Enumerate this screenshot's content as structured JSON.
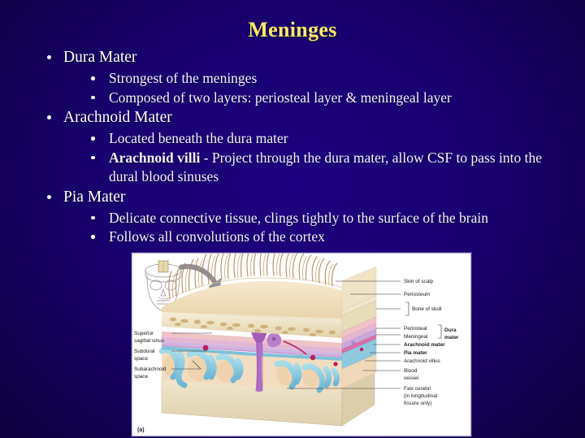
{
  "slide": {
    "title": "Meninges",
    "title_color": "#ffe96b",
    "background_color": "#190070",
    "text_color": "#ffffff"
  },
  "outline": [
    {
      "level": 1,
      "text": "Dura Mater",
      "children": [
        {
          "level": 2,
          "text": "Strongest of the meninges"
        },
        {
          "level": 2,
          "text": "Composed of two layers: periosteal layer & meningeal layer"
        }
      ]
    },
    {
      "level": 1,
      "text": "Arachnoid Mater",
      "children": [
        {
          "level": 2,
          "text": "Located beneath the dura mater"
        },
        {
          "level": 2,
          "bold_lead": "Arachnoid villi",
          "text": " - Project through the dura mater, allow CSF to pass into the dural blood sinuses"
        }
      ]
    },
    {
      "level": 1,
      "text": "Pia Mater",
      "children": [
        {
          "level": 2,
          "text": "Delicate connective tissue, clings tightly to the surface of the brain"
        },
        {
          "level": 2,
          "text": "Follows all convolutions of the cortex"
        }
      ]
    }
  ],
  "figure": {
    "caption": "(a)",
    "labels_right": [
      {
        "text": "Skin of scalp",
        "bold": false
      },
      {
        "text": "Periosteum",
        "bold": false
      },
      {
        "text": "Bone of skull",
        "bold": false
      },
      {
        "text": "Periosteal",
        "bold": false
      },
      {
        "text": "Meningeal",
        "bold": false
      },
      {
        "text": "Dura",
        "bold": true
      },
      {
        "text": "mater",
        "bold": true
      },
      {
        "text": "Arachnoid mater",
        "bold": true
      },
      {
        "text": "Pia mater",
        "bold": true
      },
      {
        "text": "Arachnoid villus",
        "bold": false
      },
      {
        "text": "Blood",
        "bold": false
      },
      {
        "text": "vessel",
        "bold": false
      },
      {
        "text": "Falx cerebri",
        "bold": false
      },
      {
        "text": "(in longitudinal",
        "bold": false
      },
      {
        "text": "fissure only)",
        "bold": false
      }
    ],
    "labels_left": [
      {
        "text": "Superior"
      },
      {
        "text": "sagittal sinus"
      },
      {
        "text": "Subdural"
      },
      {
        "text": "space"
      },
      {
        "text": "Subarachnoid"
      },
      {
        "text": "space"
      }
    ],
    "colors": {
      "scalp": "#f3e3c4",
      "hair": "#b98a55",
      "bone": "#ece0c0",
      "diploe": "#d9bf84",
      "periosteal": "#f0c3c6",
      "meningeal": "#e3b7d4",
      "arachnoid": "#c9a8dc",
      "pia": "#d86fa8",
      "cortex": "#7fc7dd",
      "brain": "#f2dcc0",
      "vessel": "#9b59b6",
      "base": "#ece2c8"
    }
  }
}
